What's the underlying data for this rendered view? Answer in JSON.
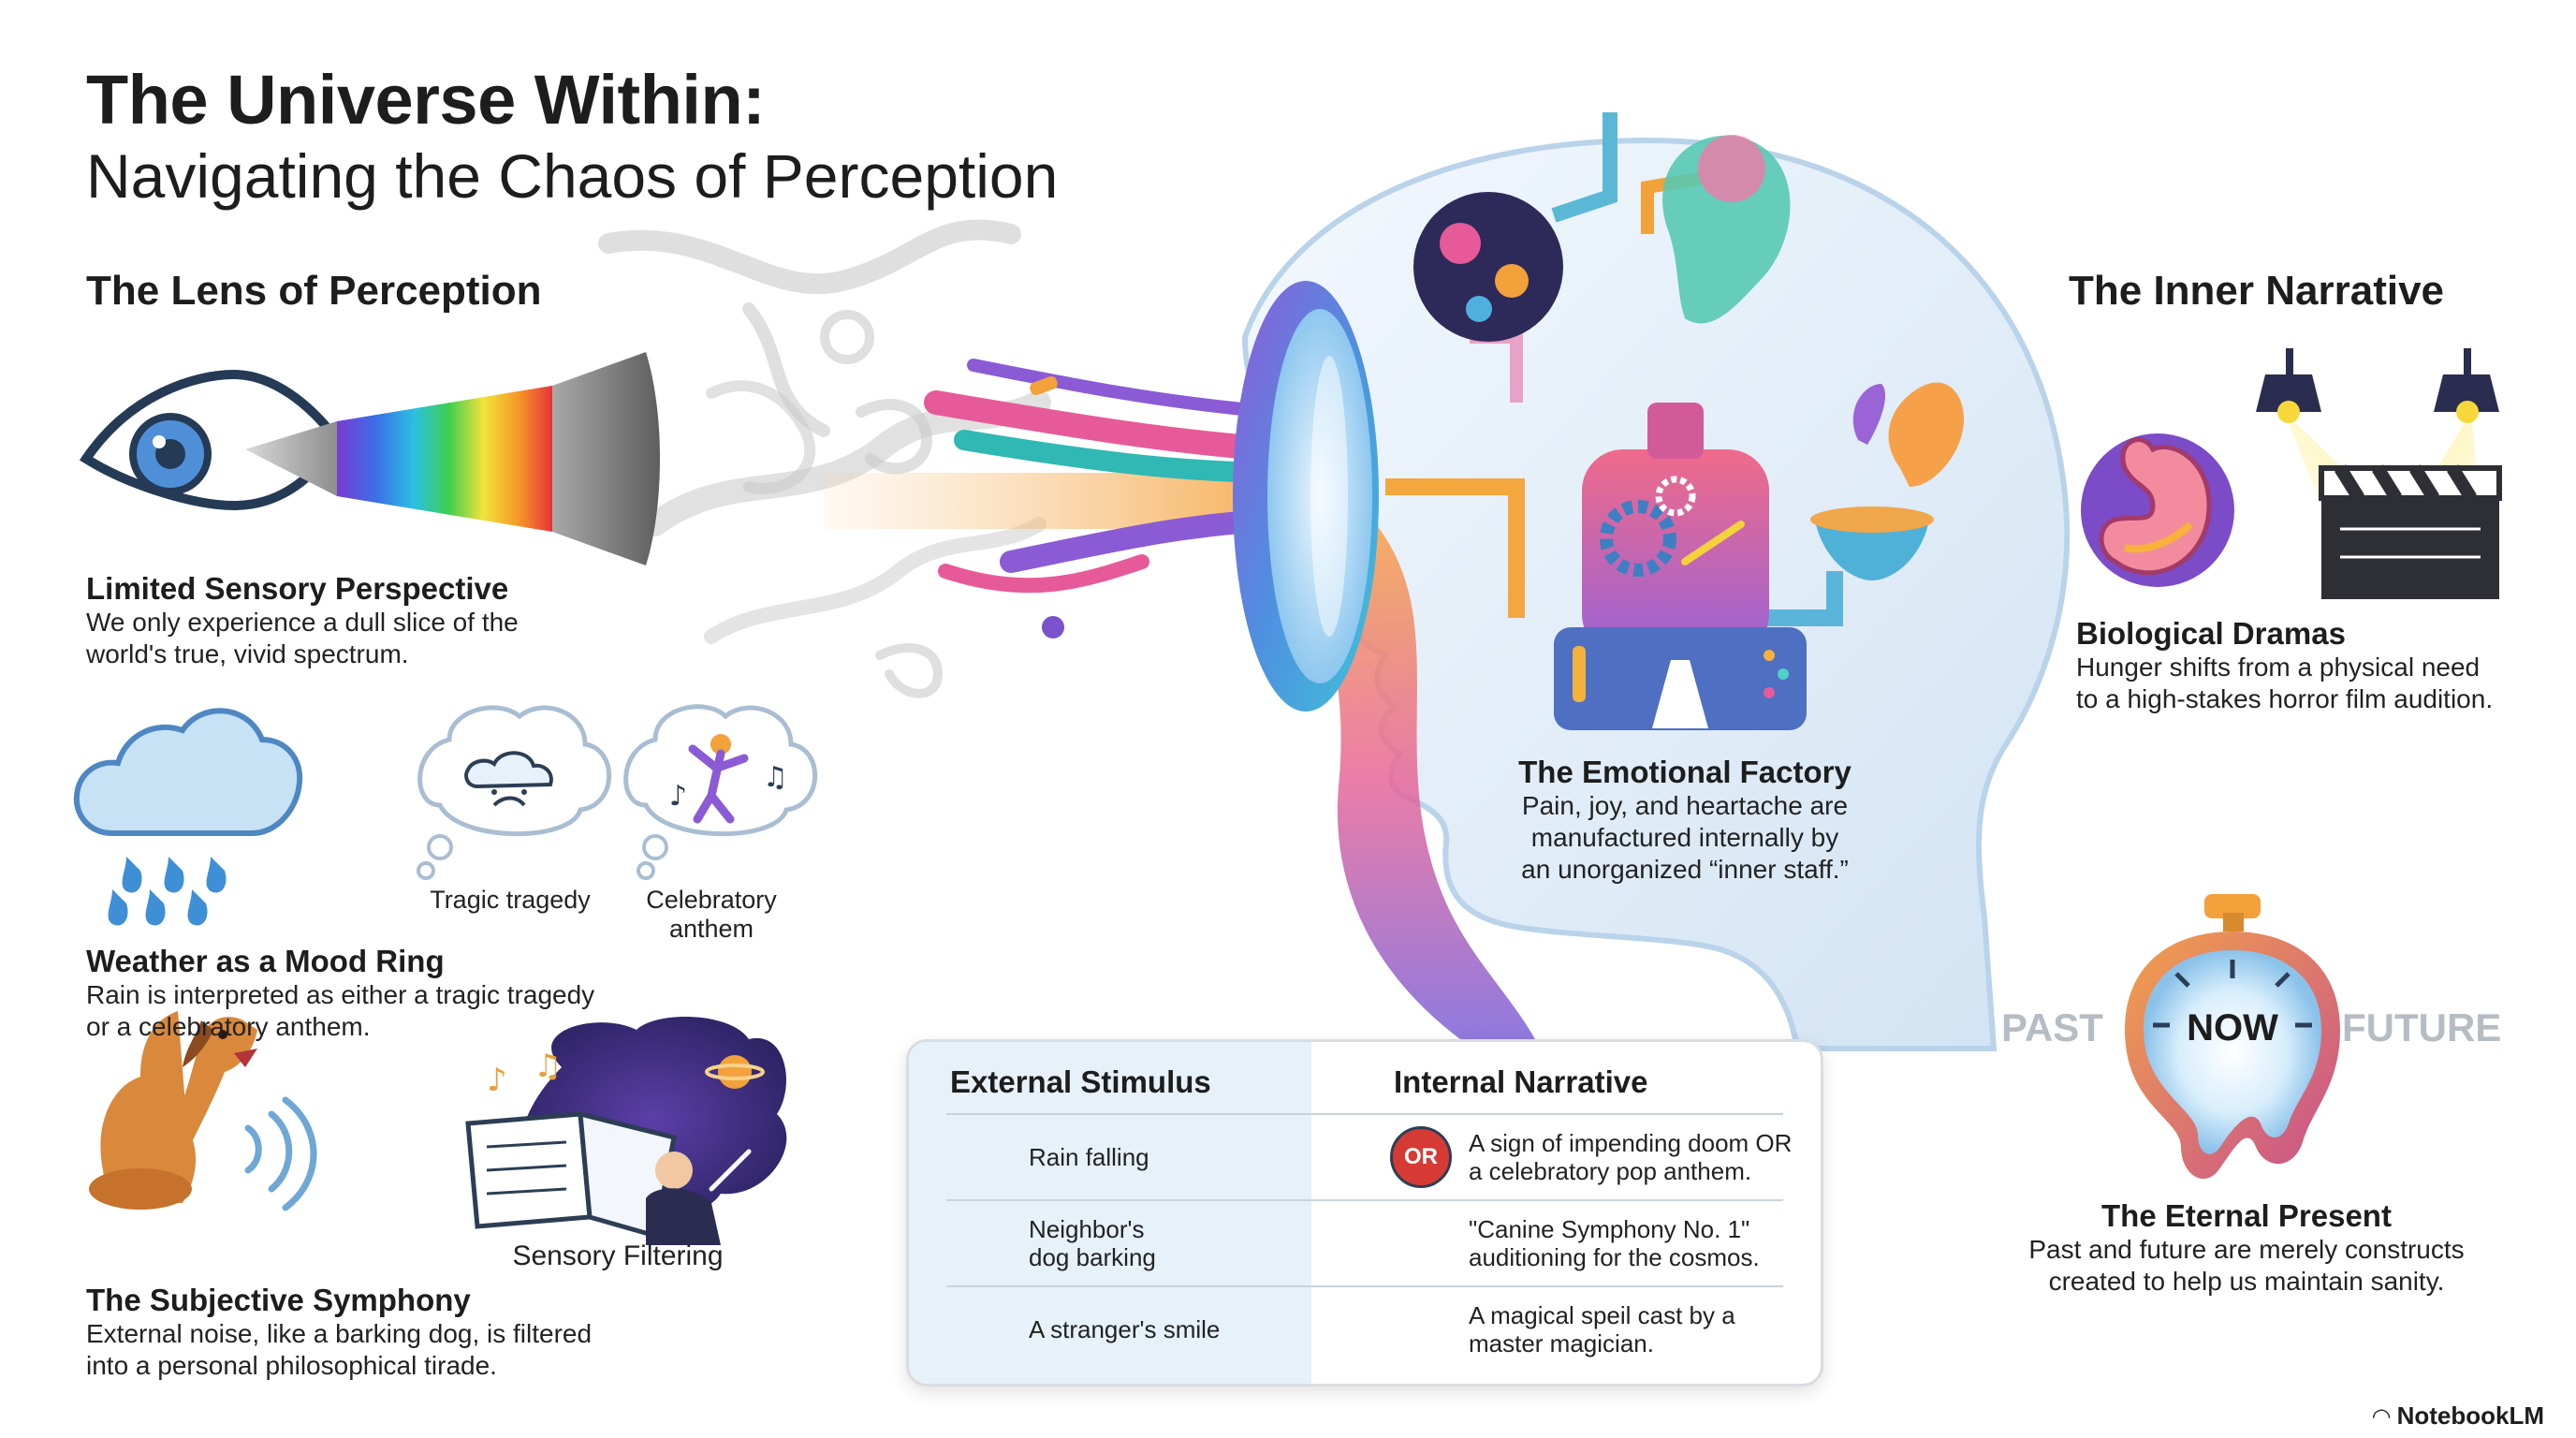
{
  "header": {
    "title": "The Universe Within:",
    "subtitle": "Navigating the Chaos of Perception"
  },
  "lens": {
    "heading": "The Lens of Perception",
    "limited": {
      "title": "Limited Sensory Perspective",
      "lines": [
        "We only experience a dull slice of the",
        "world's true, vivid spectrum."
      ]
    },
    "weather": {
      "title": "Weather as a Mood Ring",
      "lines": [
        "Rain is interpreted as either a tragic tragedy",
        "or a celebratory anthem."
      ],
      "bubble_left": "Tragic tragedy",
      "bubble_right_lines": [
        "Celebratory",
        "anthem"
      ]
    },
    "symphony": {
      "title": "The Subjective Symphony",
      "lines": [
        "External noise, like a barking dog, is filtered",
        "into a personal philosophical tirade."
      ],
      "filter_caption": "Sensory Filtering"
    }
  },
  "factory": {
    "title": "The Emotional Factory",
    "lines": [
      "Pain, joy, and heartache are",
      "manufactured internally by",
      "an unorganized “inner staff.”"
    ]
  },
  "table": {
    "left_header": "External Stimulus",
    "right_header": "Internal Narrative",
    "or_badge": "OR",
    "rows": [
      {
        "stimulus": [
          "Rain falling"
        ],
        "narrative": [
          "A sign of impending doom OR",
          "a celebratory pop anthem."
        ]
      },
      {
        "stimulus": [
          "Neighbor's",
          "dog barking"
        ],
        "narrative": [
          "\"Canine Symphony No. 1\"",
          "auditioning for the cosmos."
        ]
      },
      {
        "stimulus": [
          "A stranger's smile"
        ],
        "narrative": [
          "A magical speil cast by a",
          "master magician."
        ]
      }
    ]
  },
  "inner": {
    "heading": "The Inner Narrative",
    "biological": {
      "title": "Biological Dramas",
      "lines": [
        "Hunger shifts from a physical need",
        "to a high-stakes horror film audition."
      ]
    },
    "present": {
      "past": "PAST",
      "now": "NOW",
      "future": "FUTURE",
      "title": "The Eternal Present",
      "lines": [
        "Past and future are merely constructs",
        "created to help us maintain sanity."
      ]
    }
  },
  "brand": "NotebookLM",
  "colors": {
    "text": "#1d1d1d",
    "table_left_bg": "#e6f1f9",
    "or_red": "#d63a35",
    "clock_gray": "#b6bcc3",
    "head_blue": "#bcd6ec"
  },
  "icons": [
    "eye-icon",
    "rain-cloud-icon",
    "dog-icon",
    "stomach-icon",
    "spotlight-icon",
    "clapperboard-icon",
    "melting-clock-icon",
    "smile-icon",
    "wand-icon",
    "conductor-icon"
  ]
}
